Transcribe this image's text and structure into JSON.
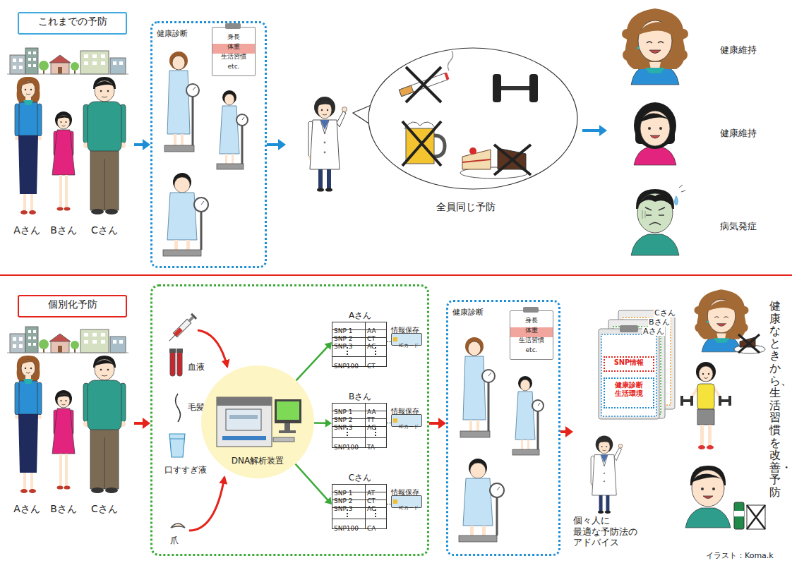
{
  "diagram": {
    "nodes": [
      {
        "text": [
          "これまでの予防"
        ]
      },
      {
        "text": [
          "Aさん",
          "Bさん",
          "Cさん"
        ]
      },
      {
        "text": [
          "健康診断"
        ]
      },
      {
        "text": [
          "身長",
          "体重",
          "生活習慣",
          "etc."
        ],
        "in": 2
      },
      {
        "text": [
          "全員同じ予防"
        ]
      },
      {
        "text": [
          "健康維持",
          "健康維持",
          "病気発症"
        ]
      },
      {
        "text": [
          "個別化予防"
        ]
      },
      {
        "text": [
          "Aさん",
          "Bさん",
          "Cさん"
        ]
      },
      {
        "text": [
          "血液",
          "毛髪",
          "口すすぎ液",
          "爪"
        ]
      },
      {
        "text": [
          "DNA解析装置"
        ],
        "in": 8
      },
      {
        "text": [
          "Aさん",
          "SNP 1",
          "AA",
          "SNP 2",
          "CT",
          "SNP 3",
          "AC",
          "SNP100",
          "CT",
          "情報保存",
          "ICカード"
        ],
        "in": 8
      },
      {
        "text": [
          "Bさん",
          "SNP 1",
          "AA",
          "SNP 2",
          "TT",
          "SNP 3",
          "AG",
          "SNP100",
          "TA",
          "情報保存",
          "ICカード"
        ],
        "in": 8
      },
      {
        "text": [
          "Cさん",
          "SNP 1",
          "AT",
          "SNP 2",
          "CT",
          "SNP 3",
          "AC",
          "SNP100",
          "CA",
          "情報保存",
          "ICカード"
        ],
        "in": 8
      },
      {
        "text": [
          "健康診断"
        ]
      },
      {
        "text": [
          "身長",
          "体重",
          "生活習慣",
          "etc."
        ],
        "in": 13
      },
      {
        "text": [
          "個々人に 最適な予防法の アドバイス"
        ]
      },
      {
        "text": [
          "Cさん",
          "Bさん",
          "Aさん"
        ]
      },
      {
        "text": [
          "SNP情報"
        ],
        "in": 16
      },
      {
        "text": [
          "健康診断 生活環境"
        ],
        "in": 16
      }
    ],
    "edges": [
      {
        "from": 1,
        "to": 2,
        "arrow": "to"
      },
      {
        "from": 2,
        "to": 4,
        "arrow": "to"
      },
      {
        "from": 4,
        "to": 5,
        "arrow": "to"
      },
      {
        "from": 7,
        "to": 8,
        "arrow": "to"
      },
      {
        "from": 9,
        "to": 10,
        "arrow": "to"
      },
      {
        "from": 9,
        "to": 11,
        "arrow": "to"
      },
      {
        "from": 9,
        "to": 12,
        "arrow": "to"
      },
      {
        "from": 8,
        "to": 13,
        "arrow": "to"
      },
      {
        "from": 13,
        "to": 15,
        "arrow": "to"
      }
    ],
    "labels": [
      "健康なときから、生活習慣を改善・予防",
      "イラスト：Koma.k"
    ]
  }
}
